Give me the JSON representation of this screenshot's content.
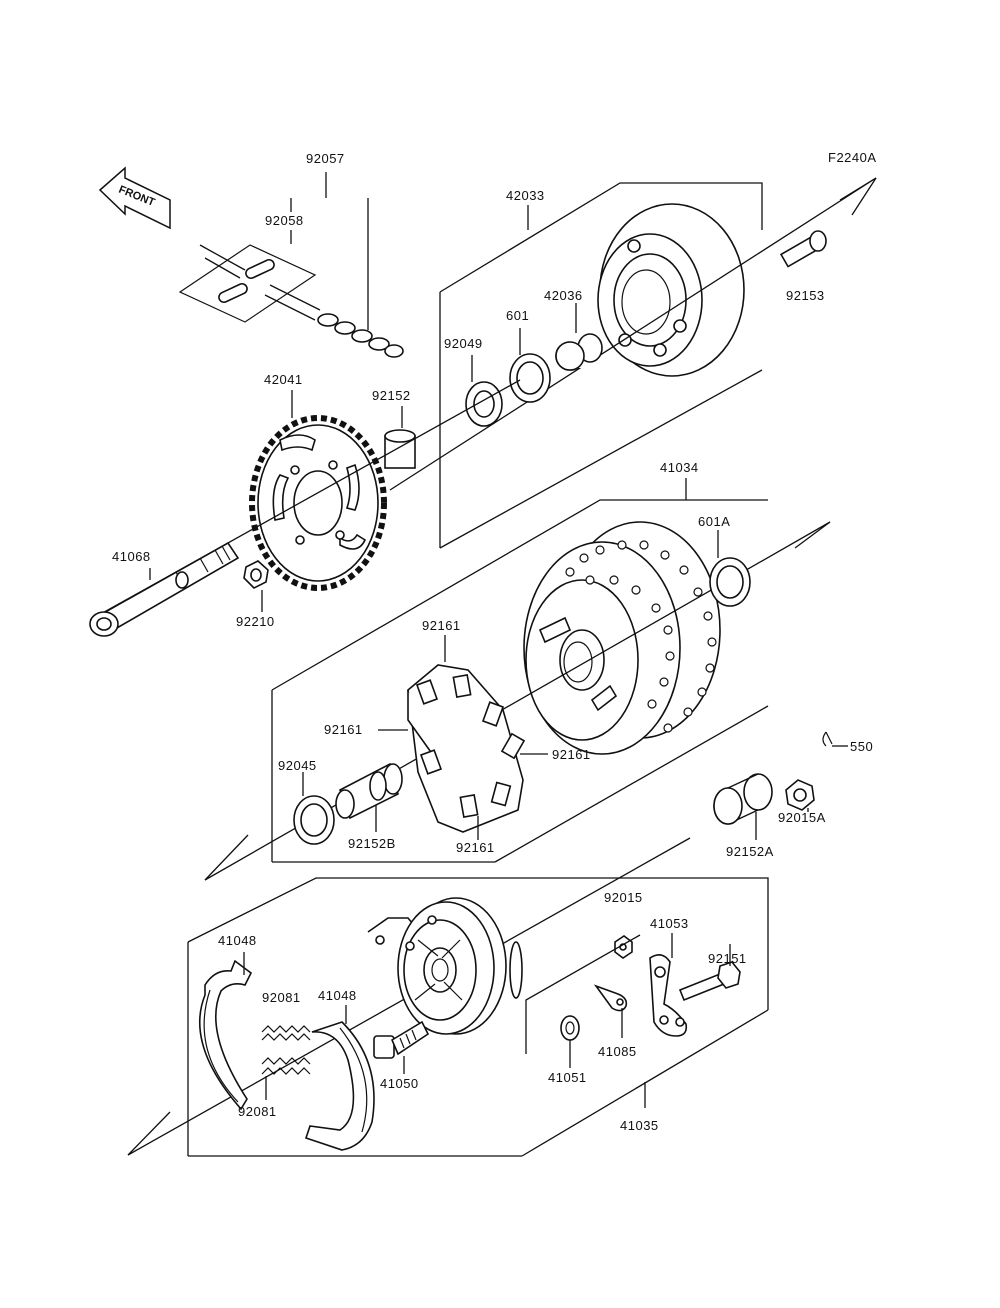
{
  "drawing_code": "F2240A",
  "front_arrow_label": "FRONT",
  "labels": {
    "p92057": "92057",
    "p92058": "92058",
    "p42033": "42033",
    "p42036": "42036",
    "p601": "601",
    "p92049": "92049",
    "p92153": "92153",
    "p92152": "92152",
    "p42041": "42041",
    "p41034": "41034",
    "p601A": "601A",
    "p41068": "41068",
    "p92210": "92210",
    "p92161_top": "92161",
    "p92161_left": "92161",
    "p92161_right": "92161",
    "p92161_bottom": "92161",
    "p92045": "92045",
    "p92152B": "92152B",
    "p550": "550",
    "p92015A": "92015A",
    "p92152A": "92152A",
    "p92015": "92015",
    "p41053": "41053",
    "p92151": "92151",
    "p41048_left": "41048",
    "p41048_right": "41048",
    "p92081_top": "92081",
    "p92081_bottom": "92081",
    "p41050": "41050",
    "p41051": "41051",
    "p41085": "41085",
    "p41035": "41035"
  }
}
